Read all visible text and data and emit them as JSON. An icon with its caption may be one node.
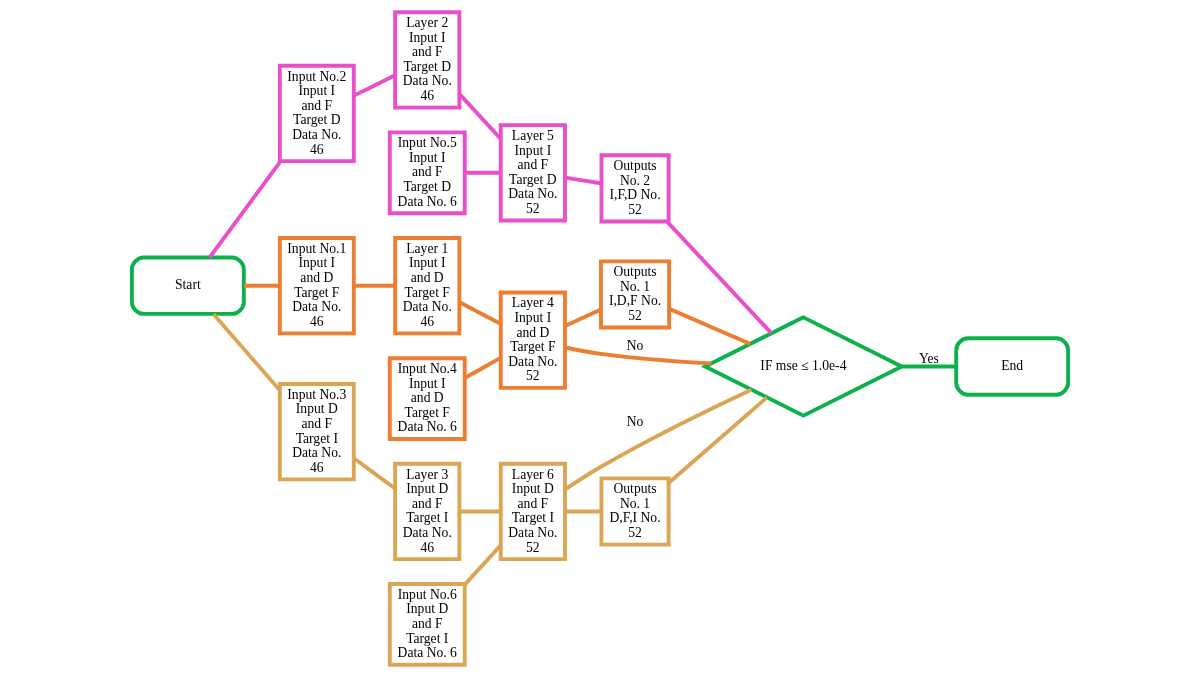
{
  "diagram": {
    "nodes": [
      {
        "text": [
          "Start"
        ]
      },
      {
        "text": [
          "Input No.1 Input I and D Target F Data No. 46"
        ]
      },
      {
        "text": [
          "Input No.4 Input I and D Target F Data No. 6"
        ]
      },
      {
        "text": [
          "Layer 1 Input I and D Target F Data No. 46"
        ]
      },
      {
        "text": [
          "Layer 4 Input I and D Target F Data No. 52"
        ]
      },
      {
        "text": [
          "Outputs No. 1 I,D,F No. 52"
        ]
      },
      {
        "text": [
          "Input No.2 Input I and F Target D Data No. 46"
        ]
      },
      {
        "text": [
          "Input No.5 Input I and F Target D Data No. 6"
        ]
      },
      {
        "text": [
          "Layer 2 Input I and F Target D Data No. 46"
        ]
      },
      {
        "text": [
          "Layer 5 Input I and F Target D Data No. 52"
        ]
      },
      {
        "text": [
          "Outputs No. 2 I,F,D No. 52"
        ]
      },
      {
        "text": [
          "Input No.3 Input D and F Target I Data No. 46"
        ]
      },
      {
        "text": [
          "Input No.6 Input D and F Target I Data No. 6"
        ]
      },
      {
        "text": [
          "Layer 3 Input D and F Target I Data No. 46"
        ]
      },
      {
        "text": [
          "Layer 6 Input D and F Target I Data No. 52"
        ]
      },
      {
        "text": [
          "Outputs No. 1 D,F,I No. 52"
        ]
      },
      {
        "text": [
          "IF mse ≤ 1.0e-4"
        ]
      },
      {
        "text": [
          "End"
        ]
      }
    ],
    "edges": [
      {
        "from": 0,
        "to": 1,
        "arrow": "none",
        "color": "#ed7d31"
      },
      {
        "from": 1,
        "to": 3,
        "arrow": "none",
        "color": "#ed7d31"
      },
      {
        "from": 2,
        "to": 4,
        "arrow": "none",
        "color": "#ed7d31"
      },
      {
        "from": 3,
        "to": 4,
        "arrow": "none",
        "color": "#ed7d31"
      },
      {
        "from": 4,
        "to": 5,
        "arrow": "none",
        "color": "#ed7d31"
      },
      {
        "from": 5,
        "to": 16,
        "arrow": "none",
        "color": "#ed7d31"
      },
      {
        "from": 4,
        "to": 16,
        "label": "No",
        "arrow": "none",
        "color": "#ed7d31"
      },
      {
        "from": 0,
        "to": 6,
        "arrow": "none",
        "color": "#e84fc8"
      },
      {
        "from": 6,
        "to": 8,
        "arrow": "none",
        "color": "#e84fc8"
      },
      {
        "from": 7,
        "to": 9,
        "arrow": "none",
        "color": "#e84fc8"
      },
      {
        "from": 8,
        "to": 9,
        "arrow": "none",
        "color": "#e84fc8"
      },
      {
        "from": 9,
        "to": 10,
        "arrow": "none",
        "color": "#e84fc8"
      },
      {
        "from": 10,
        "to": 16,
        "arrow": "none",
        "color": "#e84fc8"
      },
      {
        "from": 0,
        "to": 11,
        "arrow": "none",
        "color": "#dba556"
      },
      {
        "from": 11,
        "to": 13,
        "arrow": "none",
        "color": "#dba556"
      },
      {
        "from": 12,
        "to": 14,
        "arrow": "none",
        "color": "#dba556"
      },
      {
        "from": 13,
        "to": 14,
        "arrow": "none",
        "color": "#dba556"
      },
      {
        "from": 14,
        "to": 15,
        "arrow": "none",
        "color": "#dba556"
      },
      {
        "from": 15,
        "to": 16,
        "arrow": "none",
        "color": "#dba556"
      },
      {
        "from": 14,
        "to": 16,
        "label": "No",
        "arrow": "none",
        "color": "#dba556"
      },
      {
        "from": 16,
        "to": 17,
        "label": "Yes",
        "arrow": "none",
        "color": "#0db14b"
      }
    ]
  }
}
